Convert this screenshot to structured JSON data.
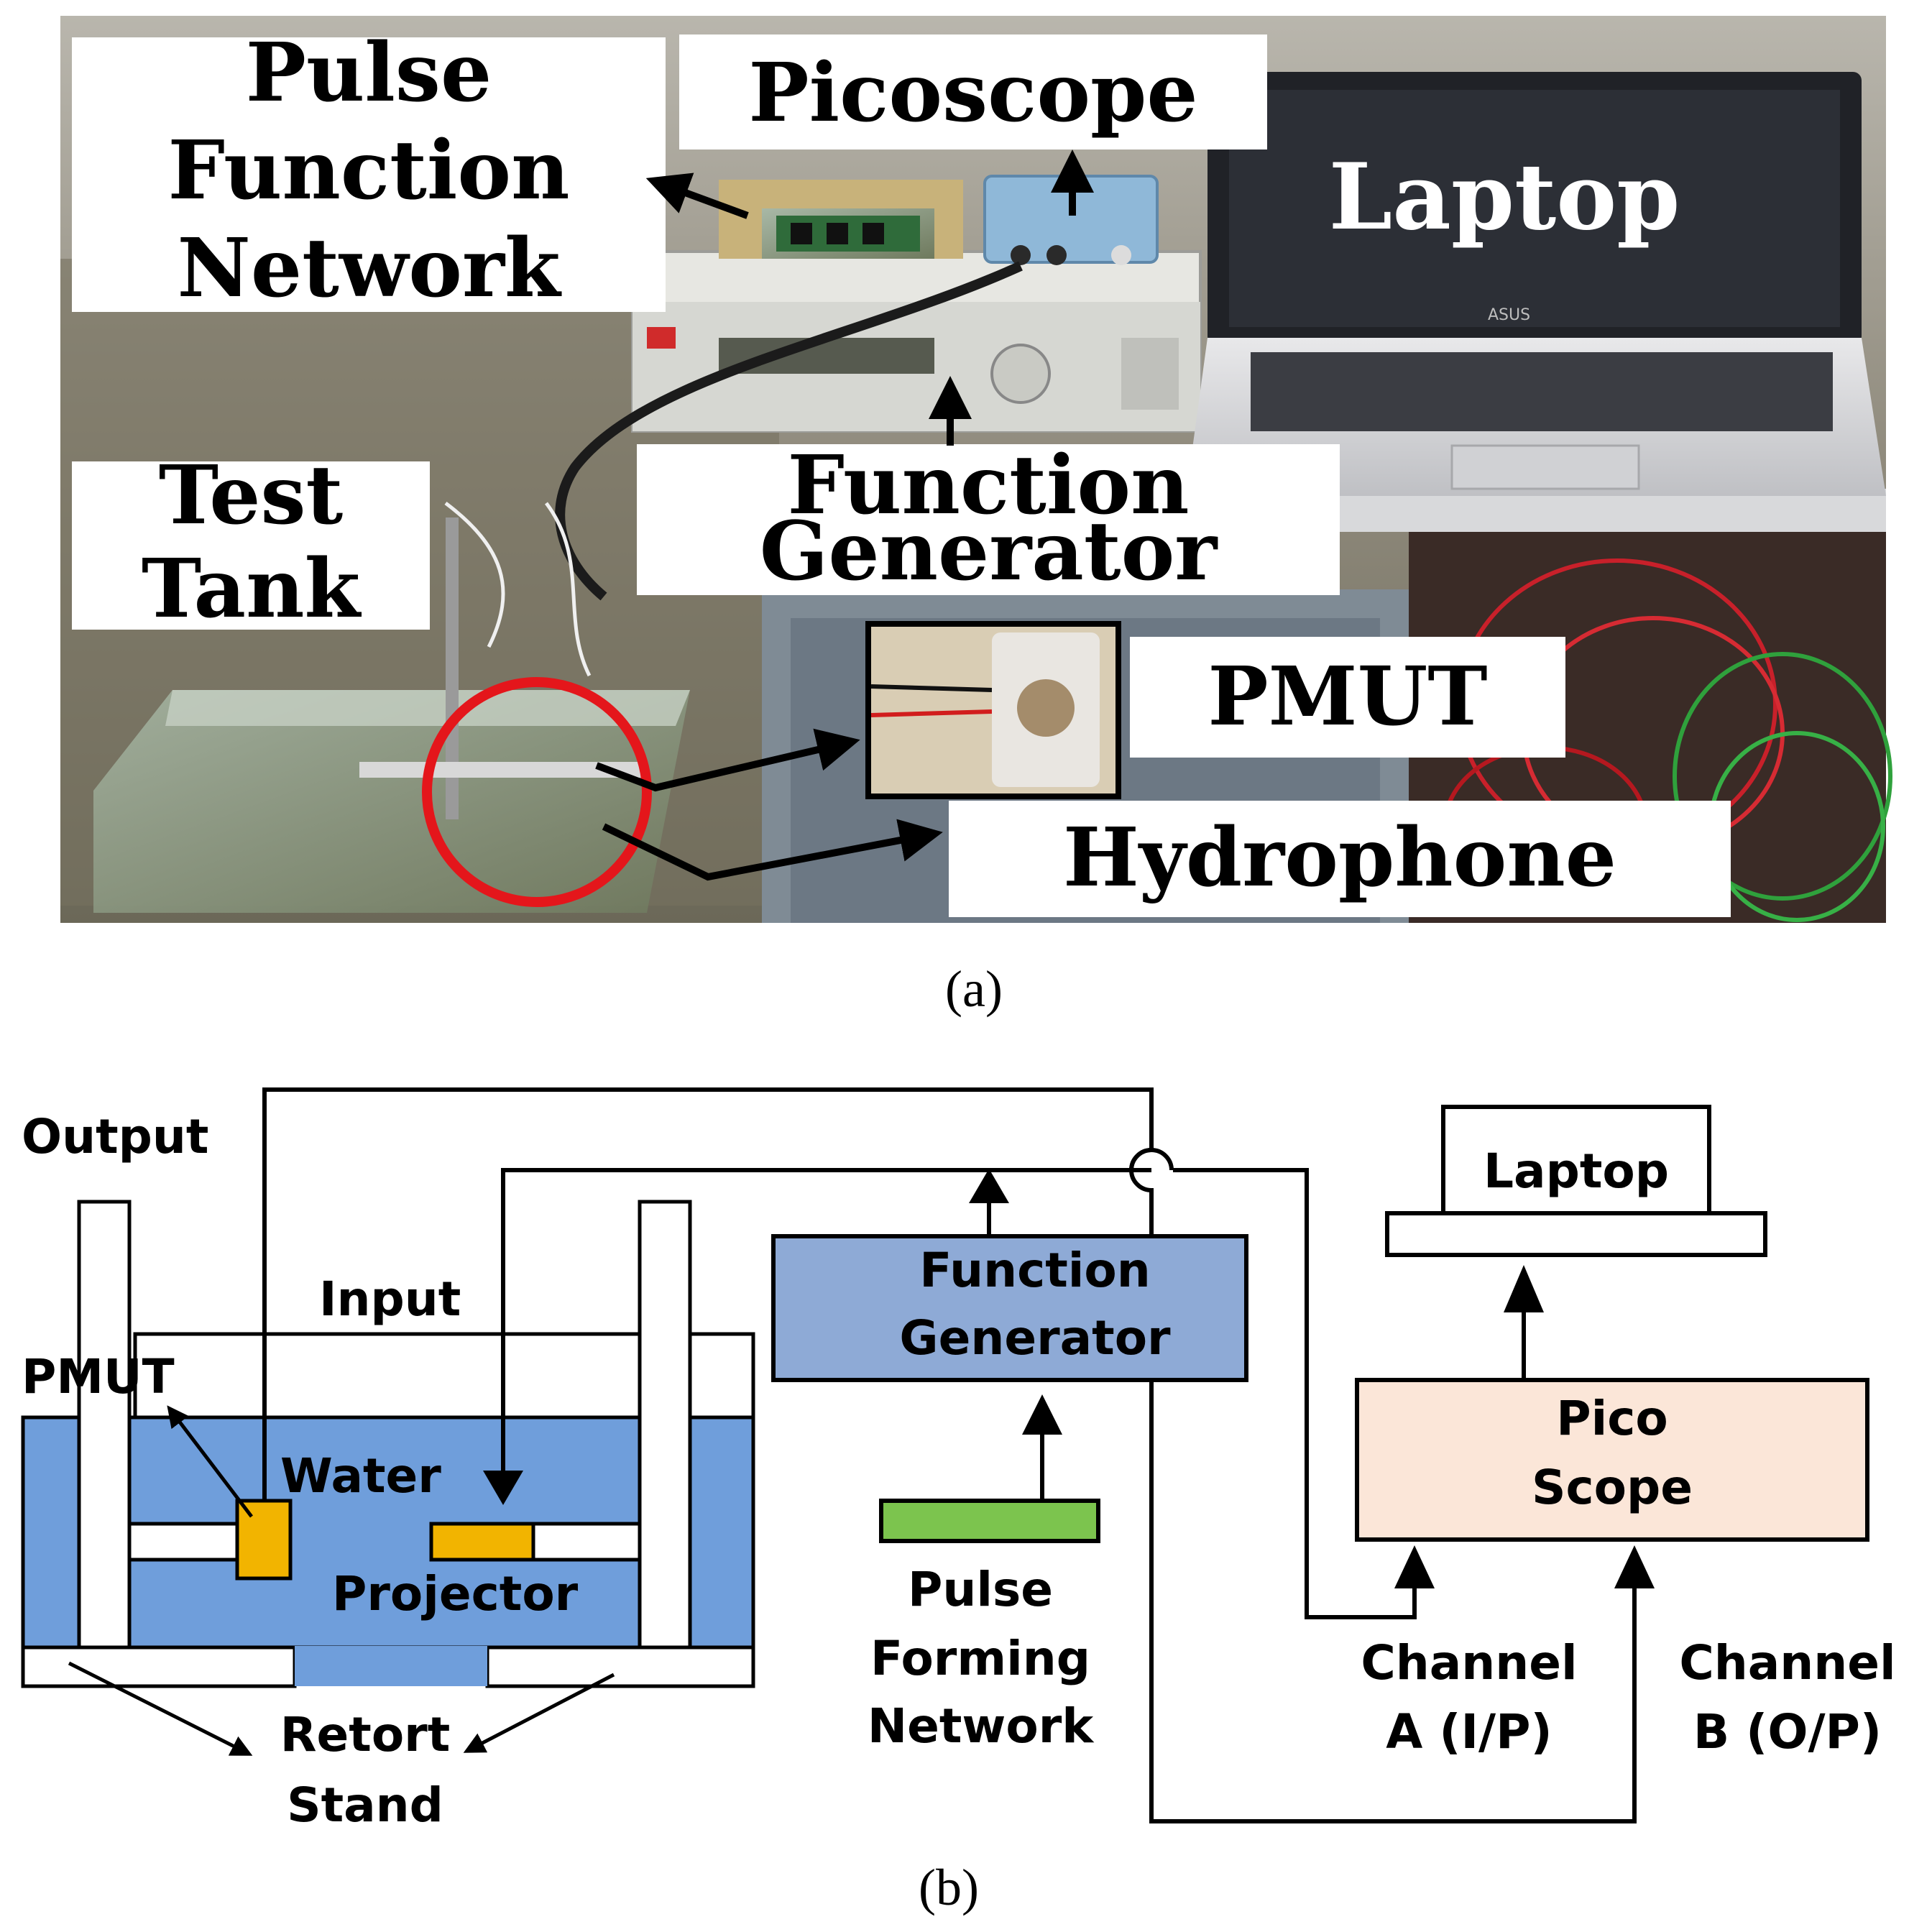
{
  "panel_a": {
    "caption": "(a)",
    "labels": {
      "pulse_network": [
        "Pulse",
        "Function",
        "Network"
      ],
      "picoscope": "Picoscope",
      "laptop": "Laptop",
      "test_tank": [
        "Test",
        "Tank"
      ],
      "function_generator": [
        "Function",
        "Generator"
      ],
      "pmut": "PMUT",
      "hydrophone": "Hydrophone"
    },
    "device_text": {
      "laptop_brand": "ASUS"
    },
    "colors": {
      "highlight_circle": "#e4161b",
      "picoscope_body": "#8fb8d8",
      "pcb": "#2f6b3a"
    }
  },
  "panel_b": {
    "caption": "(b)",
    "labels": {
      "output": "Output",
      "input": "Input",
      "pmut": "PMUT",
      "water": "Water",
      "projector": "Projector",
      "retort_stand": [
        "Retort",
        "Stand"
      ],
      "function_generator": [
        "Function",
        "Generator"
      ],
      "pulse_forming_network": [
        "Pulse",
        "Forming",
        "Network"
      ],
      "laptop": "Laptop",
      "pico_scope": [
        "Pico",
        "Scope"
      ],
      "channel_a": [
        "Channel",
        "A (I/P)"
      ],
      "channel_b": [
        "Channel",
        "B (O/P)"
      ]
    },
    "colors": {
      "water": "#6f9edb",
      "function_generator": "#8eaad6",
      "pico_scope": "#fbe6d8",
      "pulse_network": "#7cc44e",
      "transducer": "#f2b400"
    }
  }
}
